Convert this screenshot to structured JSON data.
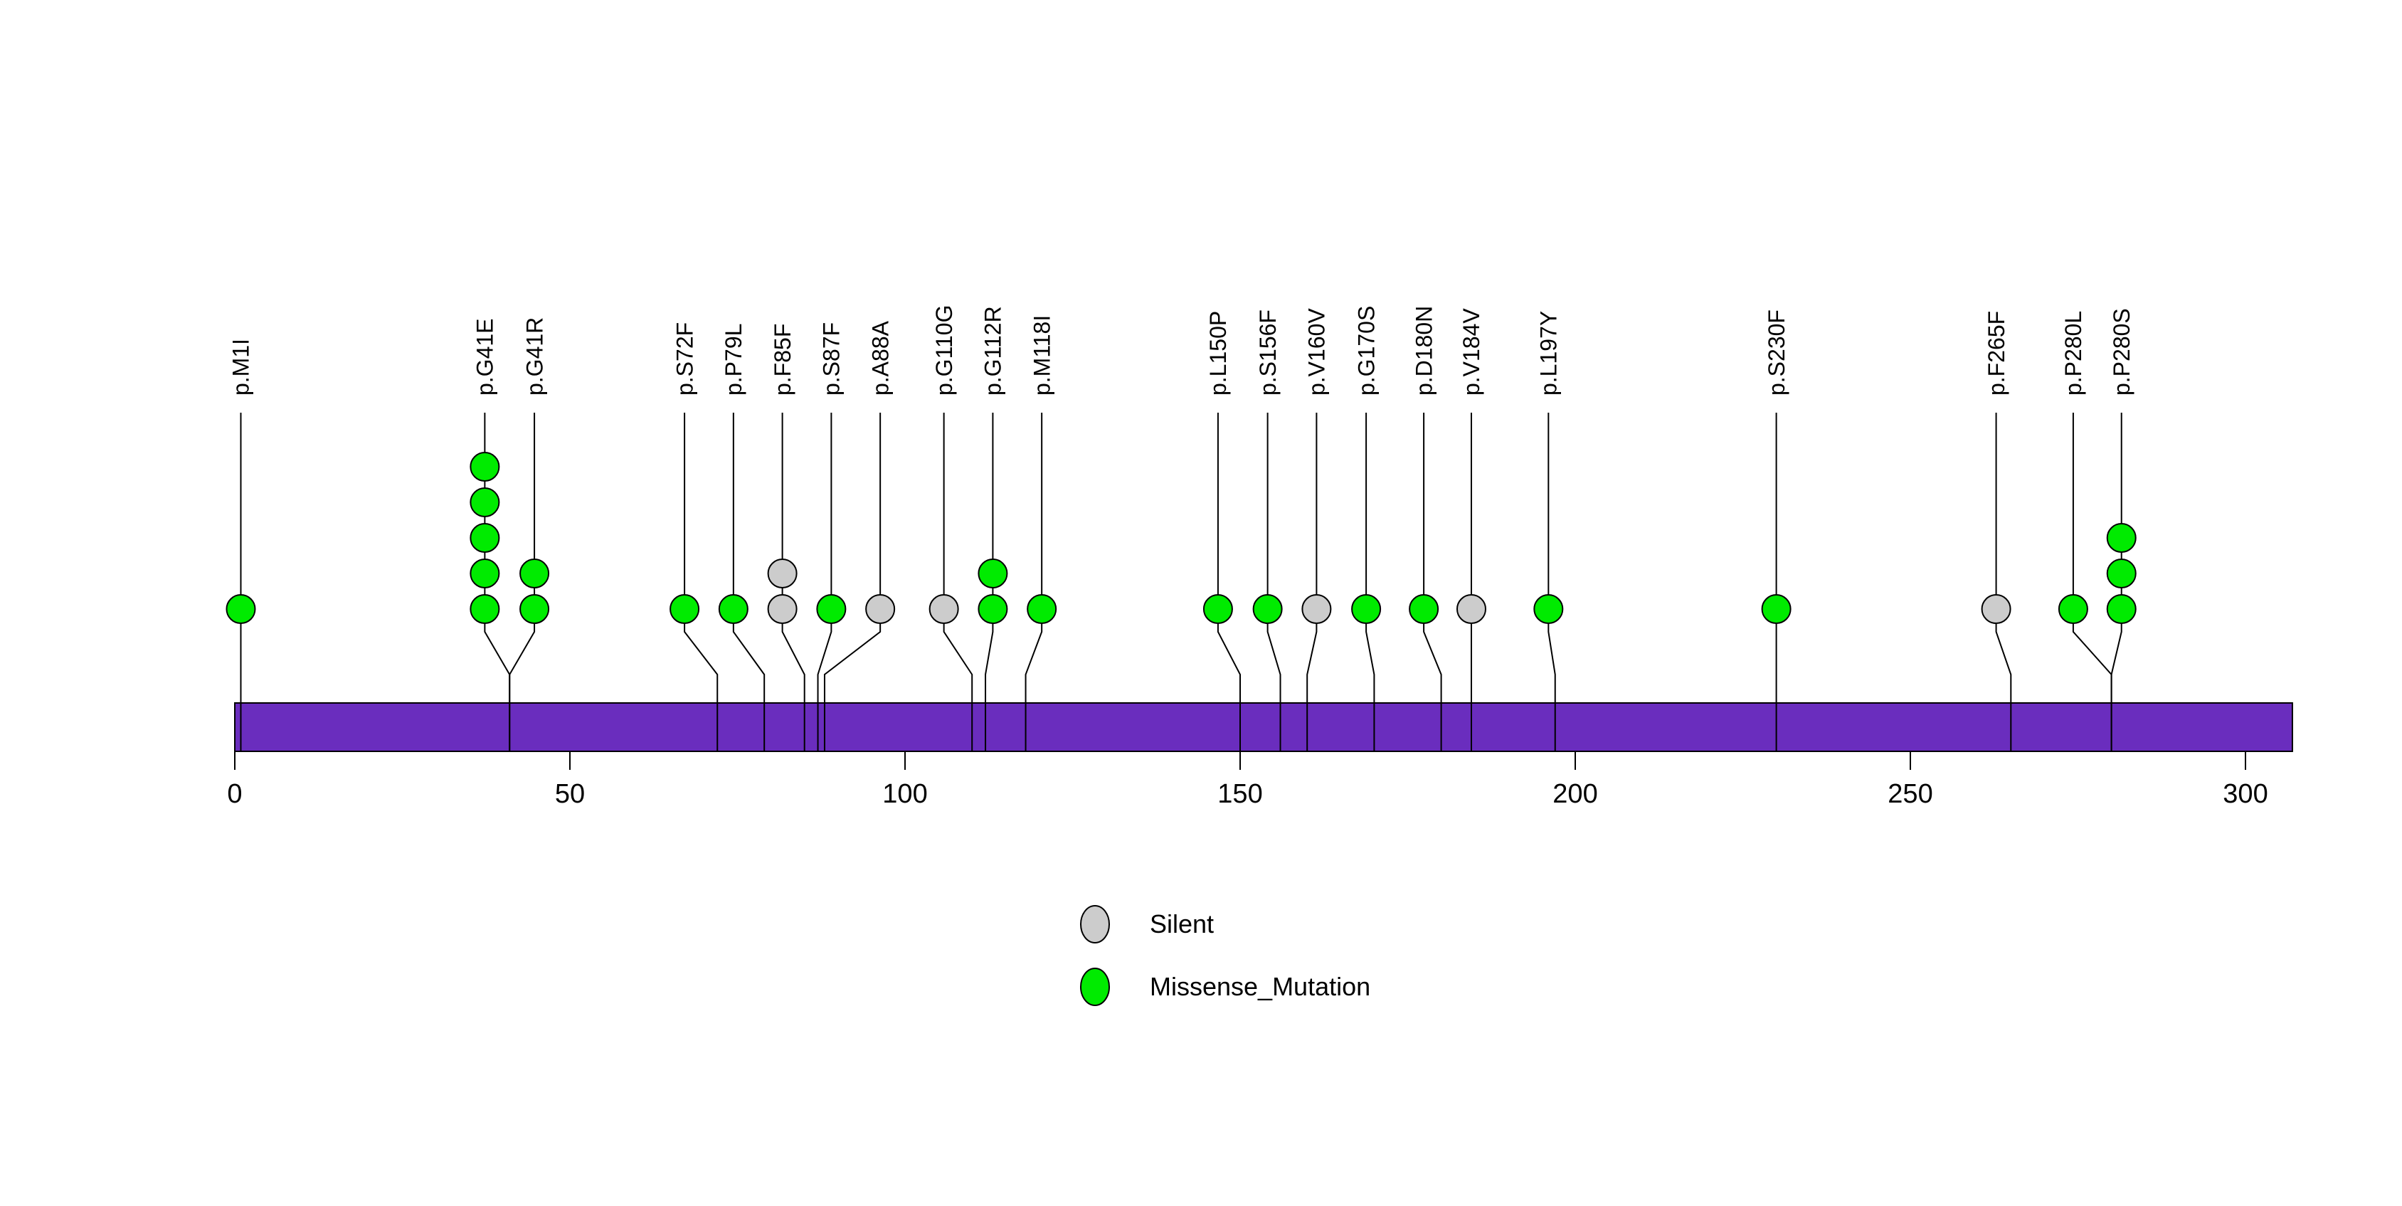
{
  "chart_data": {
    "type": "lollipop",
    "title": "",
    "xlabel": "",
    "background": "#ffffff",
    "protein": {
      "start": 0,
      "end": 307,
      "track_color": "#6A2DBE",
      "track_border_color": "#000000"
    },
    "axis": {
      "xlim": [
        0,
        307
      ],
      "ticks": [
        0,
        50,
        100,
        150,
        200,
        250,
        300
      ],
      "tick_color": "#000000"
    },
    "mutation_types": [
      {
        "name": "Silent",
        "color": "#CCCCCC"
      },
      {
        "name": "Missense_Mutation",
        "color": "#00EB00"
      }
    ],
    "legend": {
      "position": "bottom-center",
      "entries": [
        {
          "label": "Silent",
          "type": "Silent"
        },
        {
          "label": "Missense_Mutation",
          "type": "Missense_Mutation"
        }
      ]
    },
    "max_stack_count": 5,
    "mutations": [
      {
        "label": "p.M1I",
        "pos": 1,
        "count": 1,
        "type": "Missense_Mutation",
        "display_pos": 0.9
      },
      {
        "label": "p.G41E",
        "pos": 41,
        "count": 5,
        "type": "Missense_Mutation",
        "display_pos": 37.3
      },
      {
        "label": "p.G41R",
        "pos": 41,
        "count": 2,
        "type": "Missense_Mutation",
        "display_pos": 44.7
      },
      {
        "label": "p.S72F",
        "pos": 72,
        "count": 1,
        "type": "Missense_Mutation",
        "display_pos": 67.1
      },
      {
        "label": "p.P79L",
        "pos": 79,
        "count": 1,
        "type": "Missense_Mutation",
        "display_pos": 74.4
      },
      {
        "label": "p.F85F",
        "pos": 85,
        "count": 2,
        "type": "Silent",
        "display_pos": 81.7
      },
      {
        "label": "p.S87F",
        "pos": 87,
        "count": 1,
        "type": "Missense_Mutation",
        "display_pos": 89.0
      },
      {
        "label": "p.A88A",
        "pos": 88,
        "count": 1,
        "type": "Silent",
        "display_pos": 96.3
      },
      {
        "label": "p.G110G",
        "pos": 110,
        "count": 1,
        "type": "Silent",
        "display_pos": 105.8
      },
      {
        "label": "p.G112R",
        "pos": 112,
        "count": 2,
        "type": "Missense_Mutation",
        "display_pos": 113.1
      },
      {
        "label": "p.M118I",
        "pos": 118,
        "count": 1,
        "type": "Missense_Mutation",
        "display_pos": 120.4
      },
      {
        "label": "p.L150P",
        "pos": 150,
        "count": 1,
        "type": "Missense_Mutation",
        "display_pos": 146.7
      },
      {
        "label": "p.S156F",
        "pos": 156,
        "count": 1,
        "type": "Missense_Mutation",
        "display_pos": 154.1
      },
      {
        "label": "p.V160V",
        "pos": 160,
        "count": 1,
        "type": "Silent",
        "display_pos": 161.4
      },
      {
        "label": "p.G170S",
        "pos": 170,
        "count": 1,
        "type": "Missense_Mutation",
        "display_pos": 168.8
      },
      {
        "label": "p.D180N",
        "pos": 180,
        "count": 1,
        "type": "Missense_Mutation",
        "display_pos": 177.4
      },
      {
        "label": "p.V184V",
        "pos": 184,
        "count": 1,
        "type": "Silent",
        "display_pos": 184.5
      },
      {
        "label": "p.L197Y",
        "pos": 197,
        "count": 1,
        "type": "Missense_Mutation",
        "display_pos": 196.0
      },
      {
        "label": "p.S230F",
        "pos": 230,
        "count": 1,
        "type": "Missense_Mutation",
        "display_pos": 230
      },
      {
        "label": "p.F265F",
        "pos": 265,
        "count": 1,
        "type": "Silent",
        "display_pos": 262.8
      },
      {
        "label": "p.P280L",
        "pos": 280,
        "count": 1,
        "type": "Missense_Mutation",
        "display_pos": 274.3
      },
      {
        "label": "p.P280S",
        "pos": 280,
        "count": 3,
        "type": "Missense_Mutation",
        "display_pos": 281.5
      }
    ]
  }
}
